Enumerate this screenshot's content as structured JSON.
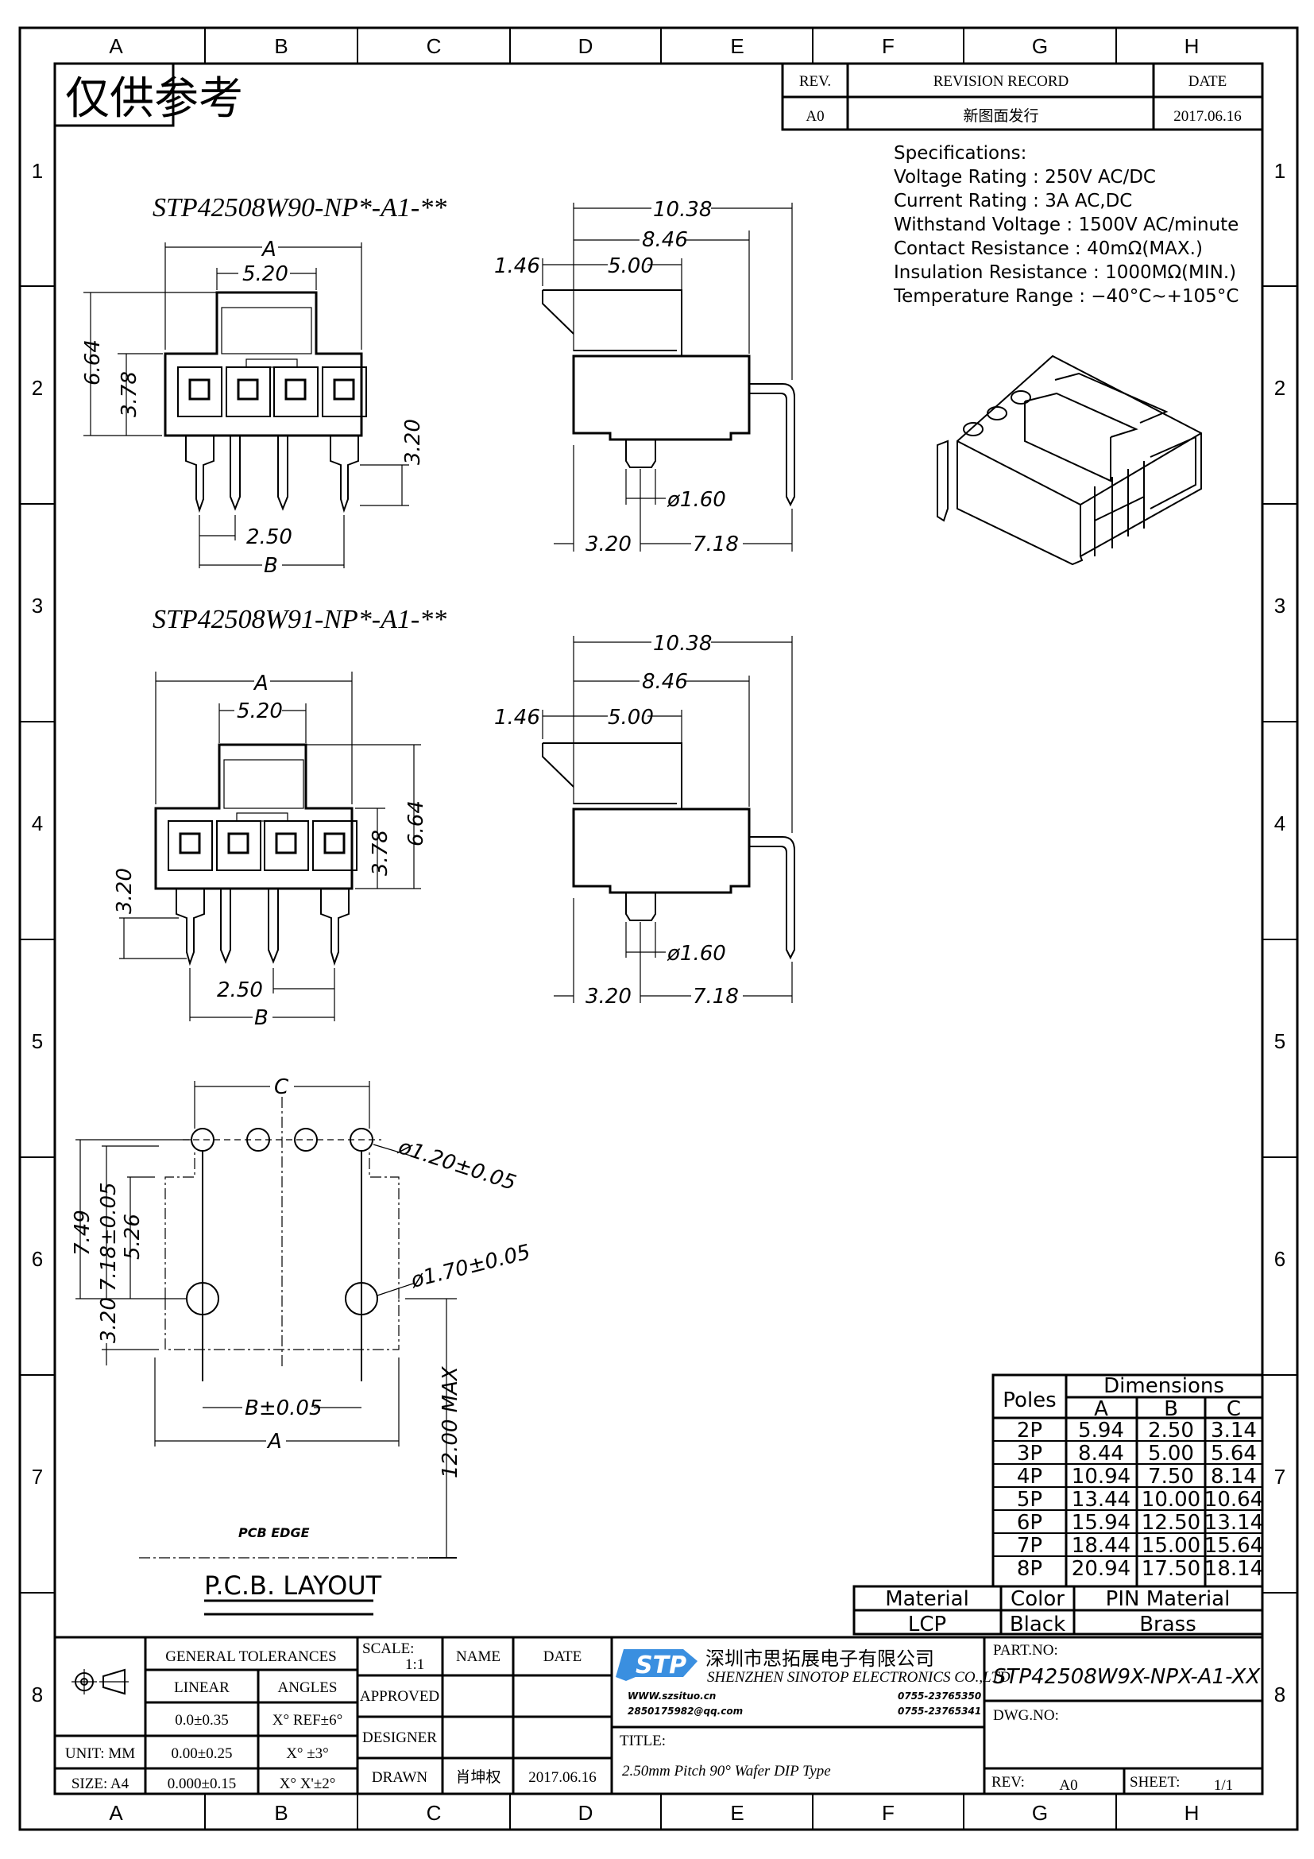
{
  "frame": {
    "columns": [
      "A",
      "B",
      "C",
      "D",
      "E",
      "F",
      "G",
      "H"
    ],
    "rows": [
      "1",
      "2",
      "3",
      "4",
      "5",
      "6",
      "7",
      "8"
    ]
  },
  "stamp": "仅供参考",
  "revision_table": {
    "headers": [
      "REV.",
      "REVISION RECORD",
      "DATE"
    ],
    "rows": [
      {
        "rev": "A0",
        "record": "新图面发行",
        "date": "2017.06.16"
      }
    ]
  },
  "specifications": {
    "title": "Specifications:",
    "lines": [
      "Voltage  Rating  :  250V  AC/DC",
      "Current  Rating  :  3A  AC,DC",
      "Withstand  Voltage  :  1500V  AC/minute",
      "Contact  Resistance  :  40mΩ(MAX.)",
      "Insulation  Resistance  :  1000MΩ(MIN.)",
      "Temperature  Range  :  −40°C~+105°C"
    ]
  },
  "view1": {
    "part_number": "STP42508W90-NP*-A1-**",
    "front_dims": {
      "A": "A",
      "w520": "5.20",
      "h664": "6.64",
      "h378": "3.78",
      "h320": "3.20",
      "pitch": "2.50",
      "B": "B"
    },
    "side_dims": {
      "d1038": "10.38",
      "d846": "8.46",
      "d146": "1.46",
      "d500": "5.00",
      "d160": "ø1.60",
      "d320": "3.20",
      "d718": "7.18"
    }
  },
  "view2": {
    "part_number": "STP42508W91-NP*-A1-**",
    "front_dims": {
      "A": "A",
      "w520": "5.20",
      "h664": "6.64",
      "h378": "3.78",
      "h320": "3.20",
      "pitch": "2.50",
      "B": "B"
    },
    "side_dims": {
      "d1038": "10.38",
      "d846": "8.46",
      "d146": "1.46",
      "d500": "5.00",
      "d160": "ø1.60",
      "d320": "3.20",
      "d718": "7.18"
    }
  },
  "pcb_layout": {
    "title": "P.C.B.  LAYOUT",
    "dims": {
      "C": "C",
      "hole_small": "ø1.20±0.05",
      "hole_large": "ø1.70±0.05",
      "d749": "7.49",
      "d718": "7.18±0.05",
      "d526": "5.26",
      "d320": "3.20",
      "B": "B±0.05",
      "A": "A",
      "max": "12.00  MAX"
    },
    "edge_label": "PCB  EDGE"
  },
  "dimension_table": {
    "poles_header": "Poles",
    "dims_header": "Dimensions",
    "columns": [
      "A",
      "B",
      "C"
    ],
    "rows": [
      {
        "poles": "2P",
        "A": "5.94",
        "B": "2.50",
        "C": "3.14"
      },
      {
        "poles": "3P",
        "A": "8.44",
        "B": "5.00",
        "C": "5.64"
      },
      {
        "poles": "4P",
        "A": "10.94",
        "B": "7.50",
        "C": "8.14"
      },
      {
        "poles": "5P",
        "A": "13.44",
        "B": "10.00",
        "C": "10.64"
      },
      {
        "poles": "6P",
        "A": "15.94",
        "B": "12.50",
        "C": "13.14"
      },
      {
        "poles": "7P",
        "A": "18.44",
        "B": "15.00",
        "C": "15.64"
      },
      {
        "poles": "8P",
        "A": "20.94",
        "B": "17.50",
        "C": "18.14"
      }
    ]
  },
  "material_table": {
    "headers": [
      "Material",
      "Color",
      "PIN  Material"
    ],
    "values": [
      "LCP",
      "Black",
      "Brass"
    ]
  },
  "title_block": {
    "general_tolerances": "GENERAL  TOLERANCES",
    "linear": "LINEAR",
    "angles": "ANGLES",
    "tol_rows": [
      {
        "linear": "0.0±0.35",
        "angle": "X°  REF±6°"
      },
      {
        "linear": "0.00±0.25",
        "angle": "X°  ±3°"
      },
      {
        "linear": "0.000±0.15",
        "angle": "X°  X'±2°"
      }
    ],
    "unit": "UNIT:  MM",
    "size": "SIZE:  A4",
    "scale_label": "SCALE:",
    "scale_value": "1:1",
    "name": "NAME",
    "date": "DATE",
    "approved": "APPROVED",
    "designer": "DESIGNER",
    "drawn": "DRAWN",
    "drawn_name": "肖坤权",
    "drawn_date": "2017.06.16",
    "company_cn": "深圳市思拓展电子有限公司",
    "company_en": "SHENZHEN  SINOTOP  ELECTRONICS  CO.,LTD",
    "logo_text": "STP",
    "logo_color": "#3a8fe0",
    "website": "WWW.szsituo.cn",
    "email": "2850175982@qq.com",
    "phone": "0755-23765350",
    "fax": "0755-23765341",
    "title_label": "TITLE:",
    "title": "2.50mm  Pitch  90°  Wafer  DIP  Type",
    "part_no_label": "PART.NO:",
    "part_no": "STP42508W9X-NPX-A1-XX",
    "dwg_no_label": "DWG.NO:",
    "rev_label": "REV:",
    "rev": "A0",
    "sheet_label": "SHEET:",
    "sheet": "1/1"
  }
}
